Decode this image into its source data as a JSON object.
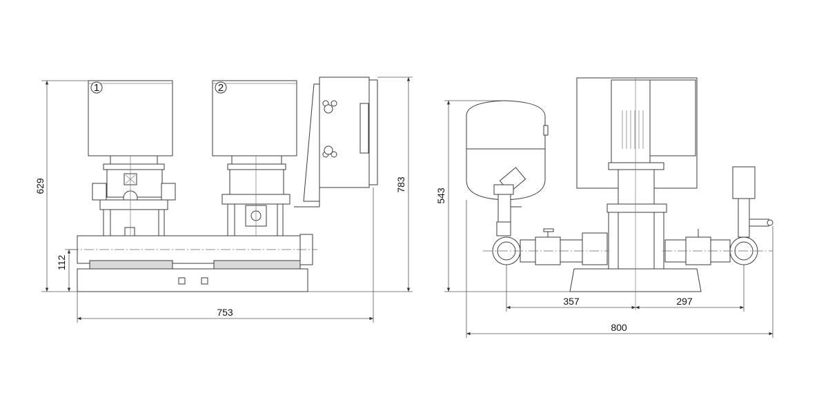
{
  "drawing": {
    "front_view": {
      "pump_labels": [
        "1",
        "2"
      ],
      "dimensions": {
        "height_total": "629",
        "height_base": "112",
        "width": "753",
        "height_with_box": "783"
      }
    },
    "side_view": {
      "dimensions": {
        "height": "543",
        "offset_left": "357",
        "offset_right": "297",
        "width": "800"
      }
    }
  }
}
